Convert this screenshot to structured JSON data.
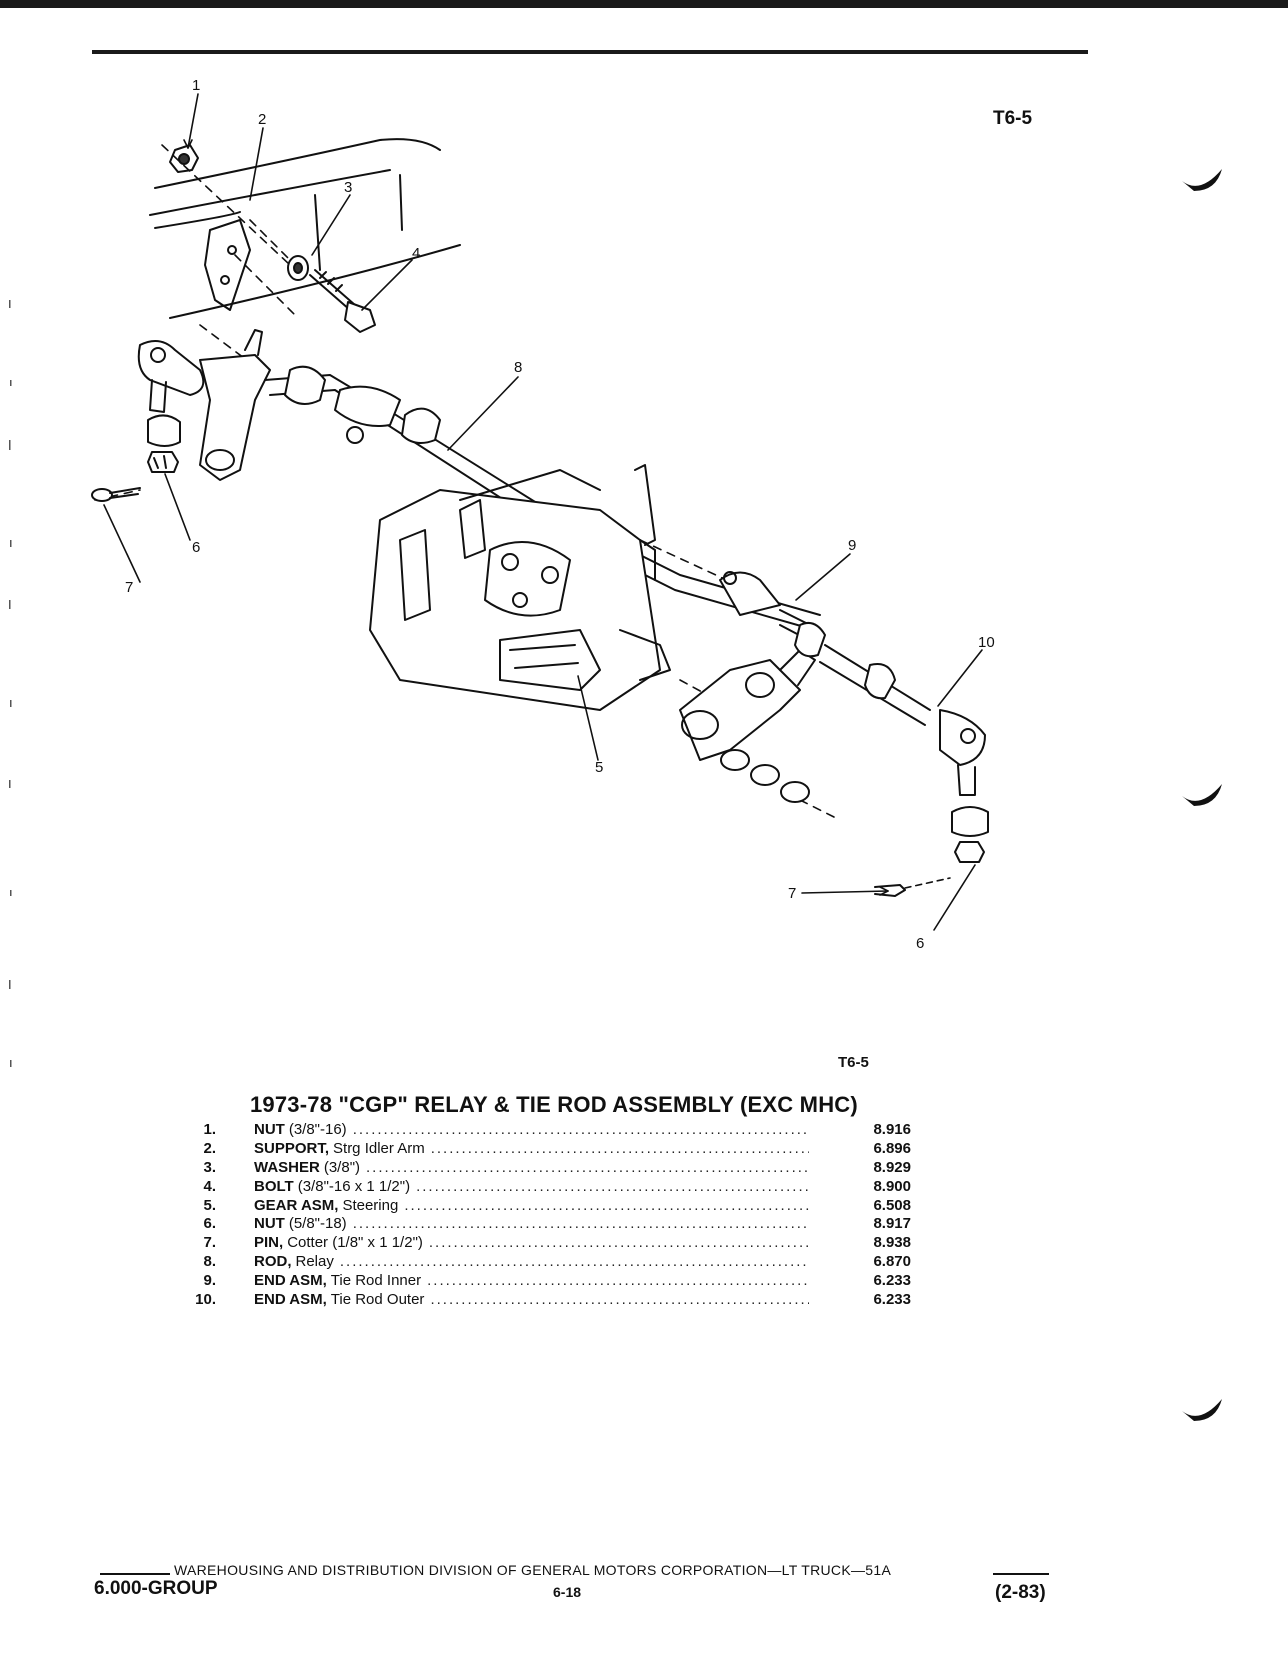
{
  "figure": {
    "code_top": "T6-5",
    "code_bottom": "T6-5",
    "callouts": [
      "1",
      "2",
      "3",
      "4",
      "5",
      "6",
      "7",
      "8",
      "9",
      "10",
      "6",
      "7"
    ]
  },
  "parts": {
    "title": "1973-78 \"CGP\" RELAY & TIE ROD ASSEMBLY (EXC MHC)",
    "items": [
      {
        "num": "1.",
        "name": "NUT",
        "rest": "(3/8\"-16)",
        "code": "8.916"
      },
      {
        "num": "2.",
        "name": "SUPPORT,",
        "rest": "Strg Idler Arm",
        "code": "6.896"
      },
      {
        "num": "3.",
        "name": "WASHER",
        "rest": "(3/8\")",
        "code": "8.929"
      },
      {
        "num": "4.",
        "name": "BOLT",
        "rest": "(3/8\"-16 x 1 1/2\")",
        "code": "8.900"
      },
      {
        "num": "5.",
        "name": "GEAR ASM,",
        "rest": "Steering",
        "code": "6.508"
      },
      {
        "num": "6.",
        "name": "NUT",
        "rest": "(5/8\"-18)",
        "code": "8.917"
      },
      {
        "num": "7.",
        "name": "PIN,",
        "rest": "Cotter (1/8\" x 1 1/2\")",
        "code": "8.938"
      },
      {
        "num": "8.",
        "name": "ROD,",
        "rest": "Relay",
        "code": "6.870"
      },
      {
        "num": "9.",
        "name": "END ASM,",
        "rest": "Tie Rod Inner",
        "code": "6.233"
      },
      {
        "num": "10.",
        "name": "END ASM,",
        "rest": "Tie Rod Outer",
        "code": "6.233"
      }
    ]
  },
  "footer": {
    "publisher": "WAREHOUSING AND DISTRIBUTION  DIVISION OF GENERAL MOTORS CORPORATION—LT TRUCK—51A",
    "group": "6.000-GROUP",
    "page": "6-18",
    "date": "(2-83)"
  }
}
